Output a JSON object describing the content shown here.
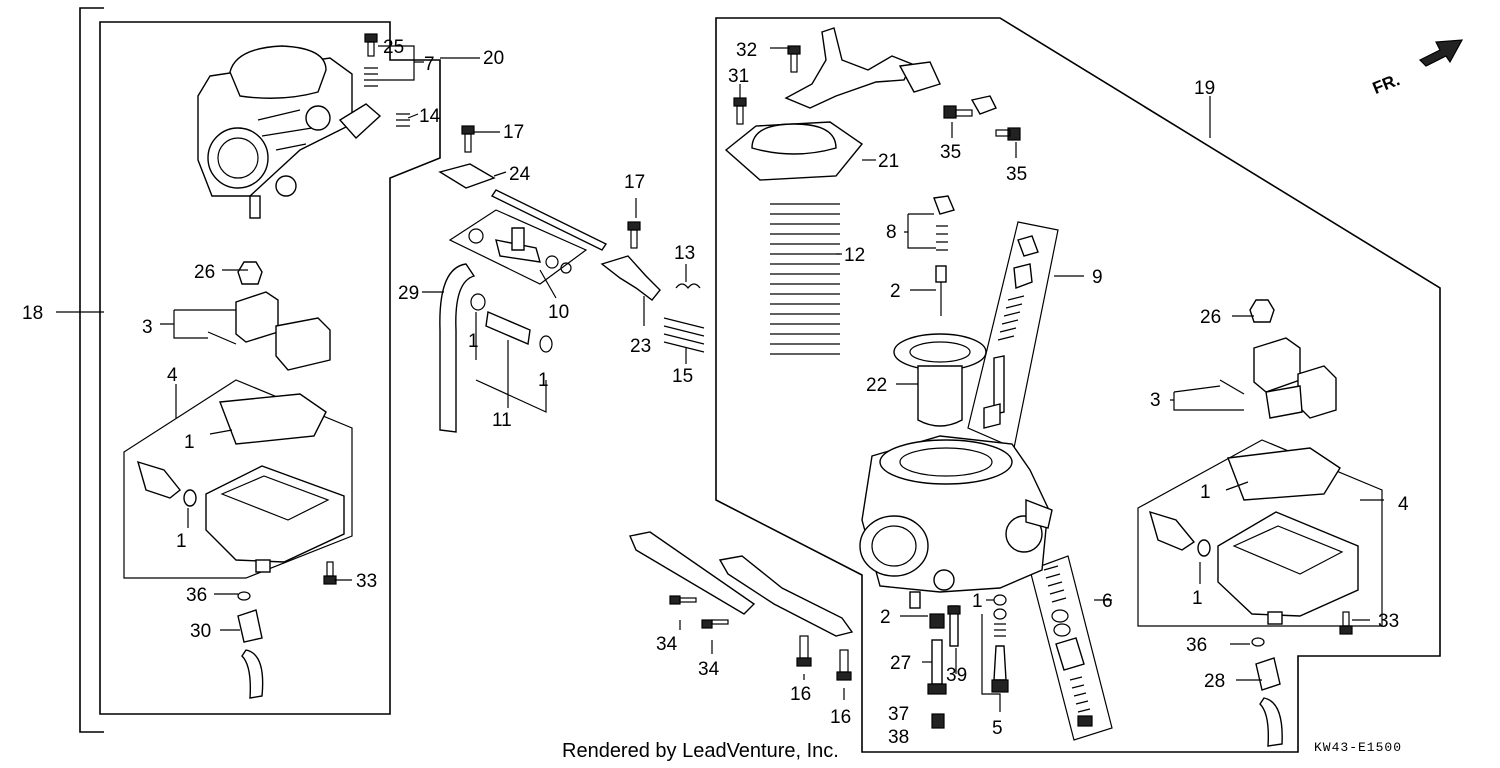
{
  "footer": {
    "rendered_by": "Rendered by LeadVenture, Inc.",
    "diagram_code": "KW43-E1500",
    "direction_label": "FR."
  },
  "callouts": [
    {
      "id": "c18",
      "text": "18"
    },
    {
      "id": "c25",
      "text": "25"
    },
    {
      "id": "c7",
      "text": "7"
    },
    {
      "id": "c20",
      "text": "20"
    },
    {
      "id": "c14",
      "text": "14"
    },
    {
      "id": "c17a",
      "text": "17"
    },
    {
      "id": "c24",
      "text": "24"
    },
    {
      "id": "c17b",
      "text": "17"
    },
    {
      "id": "c13",
      "text": "13"
    },
    {
      "id": "c26a",
      "text": "26"
    },
    {
      "id": "c3a",
      "text": "3"
    },
    {
      "id": "c4a",
      "text": "4"
    },
    {
      "id": "c1a",
      "text": "1"
    },
    {
      "id": "c1b",
      "text": "1"
    },
    {
      "id": "c33a",
      "text": "33"
    },
    {
      "id": "c36a",
      "text": "36"
    },
    {
      "id": "c30",
      "text": "30"
    },
    {
      "id": "c29",
      "text": "29"
    },
    {
      "id": "c10",
      "text": "10"
    },
    {
      "id": "c1c",
      "text": "1"
    },
    {
      "id": "c1d",
      "text": "1"
    },
    {
      "id": "c11",
      "text": "11"
    },
    {
      "id": "c23",
      "text": "23"
    },
    {
      "id": "c15",
      "text": "15"
    },
    {
      "id": "c32",
      "text": "32"
    },
    {
      "id": "c31",
      "text": "31"
    },
    {
      "id": "c21",
      "text": "21"
    },
    {
      "id": "c35a",
      "text": "35"
    },
    {
      "id": "c35b",
      "text": "35"
    },
    {
      "id": "c19",
      "text": "19"
    },
    {
      "id": "c12",
      "text": "12"
    },
    {
      "id": "c8",
      "text": "8"
    },
    {
      "id": "c2a",
      "text": "2"
    },
    {
      "id": "c9",
      "text": "9"
    },
    {
      "id": "c22",
      "text": "22"
    },
    {
      "id": "c26b",
      "text": "26"
    },
    {
      "id": "c3b",
      "text": "3"
    },
    {
      "id": "c1e",
      "text": "1"
    },
    {
      "id": "c4b",
      "text": "4"
    },
    {
      "id": "c1f",
      "text": "1"
    },
    {
      "id": "c33b",
      "text": "33"
    },
    {
      "id": "c36b",
      "text": "36"
    },
    {
      "id": "c28",
      "text": "28"
    },
    {
      "id": "c6",
      "text": "6"
    },
    {
      "id": "c2b",
      "text": "2"
    },
    {
      "id": "c1g",
      "text": "1"
    },
    {
      "id": "c27",
      "text": "27"
    },
    {
      "id": "c39",
      "text": "39"
    },
    {
      "id": "c37",
      "text": "37"
    },
    {
      "id": "c38",
      "text": "38"
    },
    {
      "id": "c5",
      "text": "5"
    },
    {
      "id": "c34a",
      "text": "34"
    },
    {
      "id": "c34b",
      "text": "34"
    },
    {
      "id": "c16a",
      "text": "16"
    },
    {
      "id": "c16b",
      "text": "16"
    }
  ]
}
